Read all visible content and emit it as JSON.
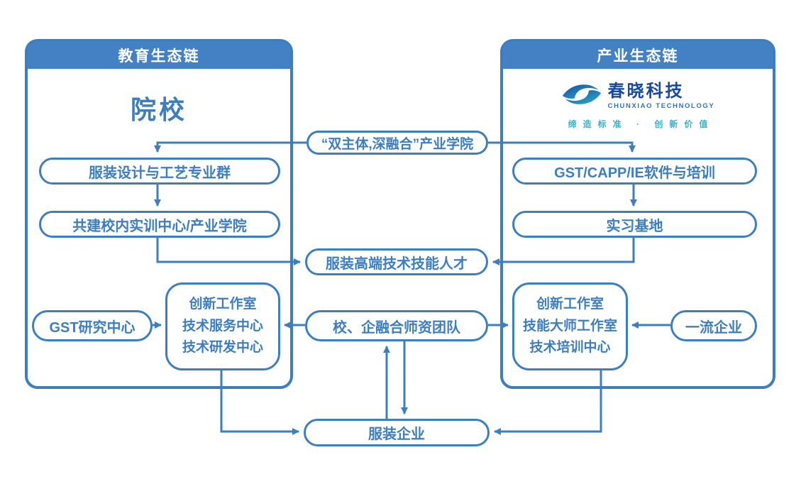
{
  "diagram": {
    "colors": {
      "primary": "#3d7ec1",
      "header_fill": "#4381c4",
      "logo_dark_blue": "#17499d",
      "logo_teal": "#38b2c8"
    },
    "left_panel": {
      "header": "教育生态链",
      "title": "院校",
      "nodes": {
        "major_group": "服装设计与工艺专业群",
        "training_center": "共建校内实训中心/产业学院",
        "gst_research": "GST研究中心",
        "innovation_box": [
          "创新工作室",
          "技术服务中心",
          "技术研发中心"
        ]
      }
    },
    "right_panel": {
      "header": "产业生态链",
      "logo": {
        "name_cn": "春晓科技",
        "name_en": "CHUNXIAO TECHNOLOGY",
        "tagline": "缔造标准 · 创新价值"
      },
      "nodes": {
        "software_training": "GST/CAPP/IE软件与培训",
        "internship_base": "实习基地",
        "innovation_box": [
          "创新工作室",
          "技能大师工作室",
          "技术培训中心"
        ],
        "top_enterprise": "一流企业"
      }
    },
    "center_nodes": {
      "industry_college": "“双主体,深融合”产业学院",
      "talent": "服装高端技术技能人才",
      "faculty_team": "校、企融合师资团队",
      "garment_enterprise": "服装企业"
    }
  }
}
